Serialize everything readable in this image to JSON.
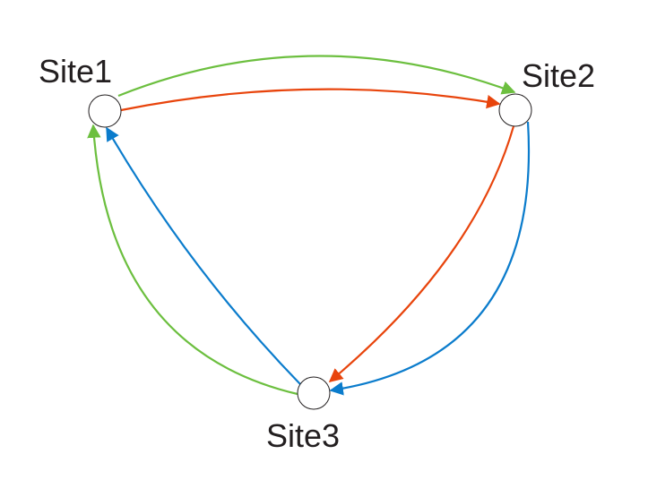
{
  "nodes": [
    {
      "id": "site1",
      "label": "Site1"
    },
    {
      "id": "site2",
      "label": "Site2"
    },
    {
      "id": "site3",
      "label": "Site3"
    }
  ],
  "edges": [
    {
      "from": "site1",
      "to": "site2",
      "color": "#6cbf3f"
    },
    {
      "from": "site1",
      "to": "site2",
      "color": "#e8440c"
    },
    {
      "from": "site2",
      "to": "site3",
      "color": "#e8440c"
    },
    {
      "from": "site2",
      "to": "site3",
      "color": "#0b7ccc"
    },
    {
      "from": "site3",
      "to": "site1",
      "color": "#0b7ccc"
    },
    {
      "from": "site3",
      "to": "site1",
      "color": "#6cbf3f"
    }
  ]
}
